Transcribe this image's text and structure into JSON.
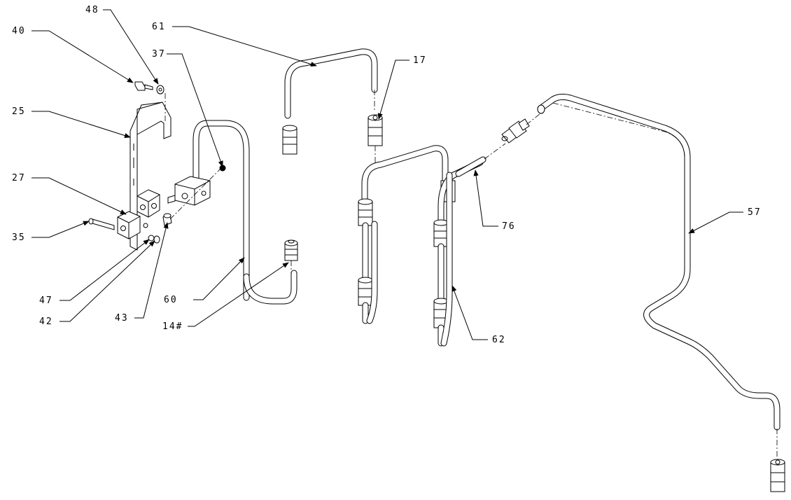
{
  "callouts": [
    {
      "id": "40",
      "label": "40"
    },
    {
      "id": "48",
      "label": "48"
    },
    {
      "id": "61",
      "label": "61"
    },
    {
      "id": "37",
      "label": "37"
    },
    {
      "id": "17",
      "label": "17"
    },
    {
      "id": "25",
      "label": "25"
    },
    {
      "id": "27",
      "label": "27"
    },
    {
      "id": "35",
      "label": "35"
    },
    {
      "id": "47",
      "label": "47"
    },
    {
      "id": "42",
      "label": "42"
    },
    {
      "id": "43",
      "label": "43"
    },
    {
      "id": "60",
      "label": "60"
    },
    {
      "id": "14",
      "label": "14#"
    },
    {
      "id": "76",
      "label": "76"
    },
    {
      "id": "62",
      "label": "62"
    },
    {
      "id": "57",
      "label": "57"
    }
  ]
}
